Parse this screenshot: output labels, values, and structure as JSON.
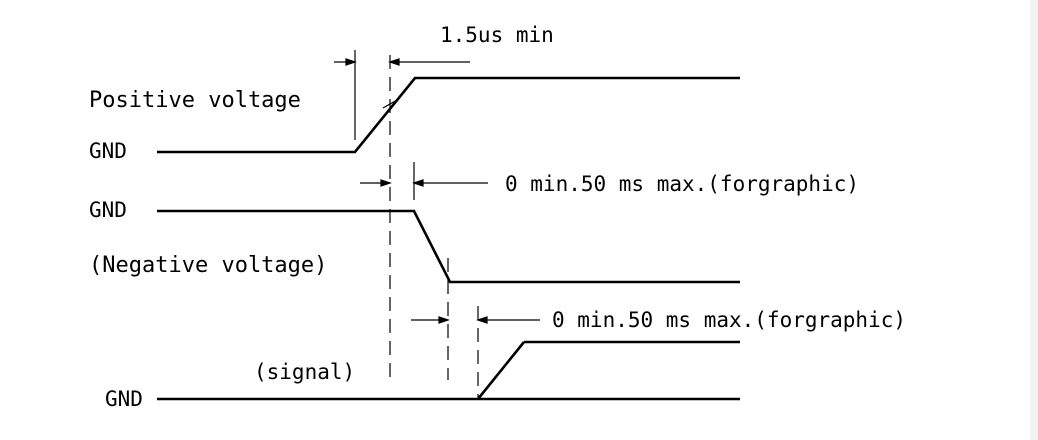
{
  "diagram": {
    "labels": {
      "timing_top": "1.5us min",
      "positive_voltage": "Positive voltage",
      "gnd_1": "GND",
      "timing_middle": "0 min.50 ms max.(forgraphic)",
      "gnd_2": "GND",
      "negative_voltage": "(Negative voltage)",
      "timing_bottom": "0 min.50 ms max.(forgraphic)",
      "signal": "(signal)",
      "gnd_3": "GND"
    }
  }
}
